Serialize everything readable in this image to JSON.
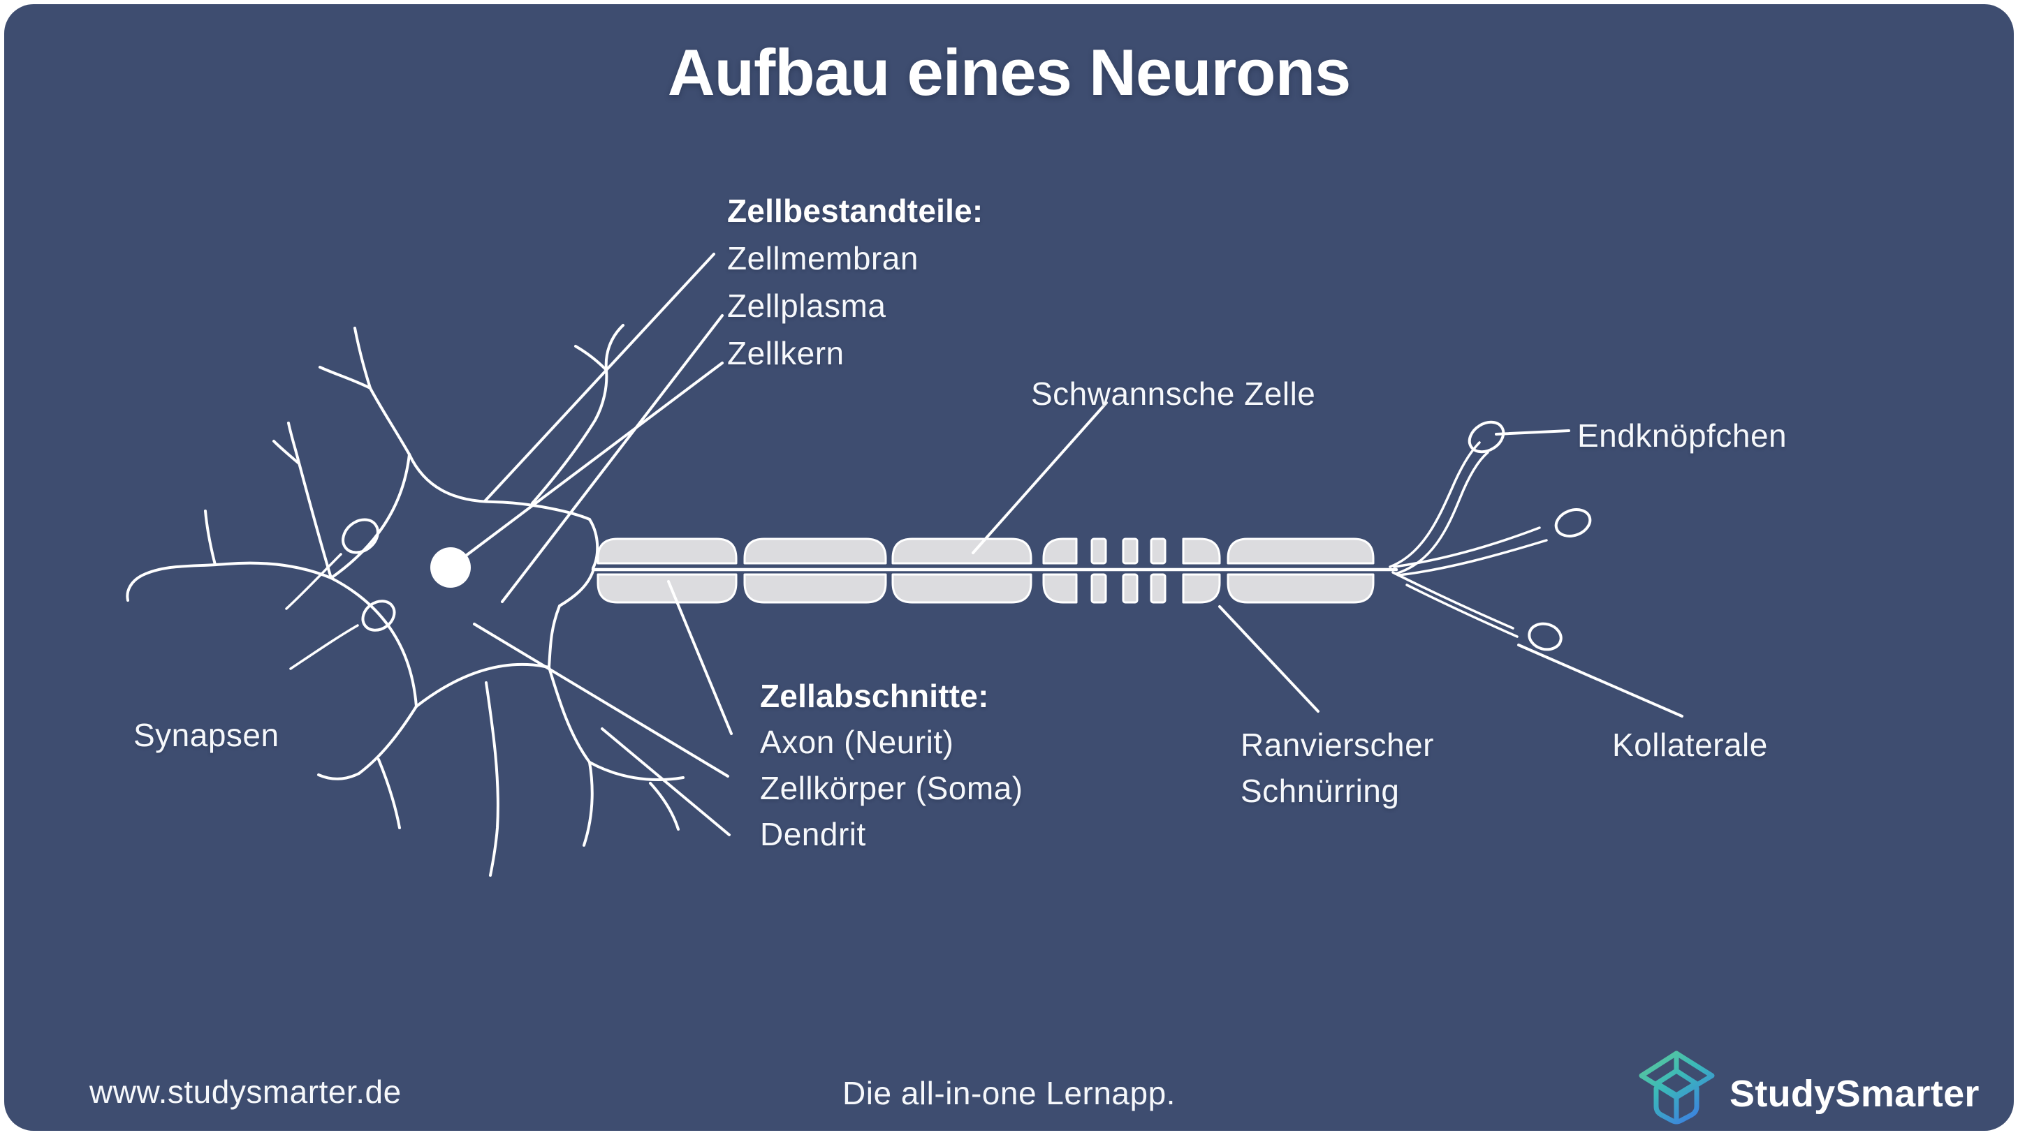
{
  "title": "Aufbau eines Neurons",
  "diagram": {
    "cell_components": {
      "heading": "Zellbestandteile:",
      "items": [
        "Zellmembran",
        "Zellplasma",
        "Zellkern"
      ]
    },
    "cell_sections": {
      "heading": "Zellabschnitte:",
      "items": [
        "Axon (Neurit)",
        "Zellkörper (Soma)",
        "Dendrit"
      ]
    },
    "schwann_cell": "Schwannsche Zelle",
    "end_button": "Endknöpfchen",
    "synapses": "Synapsen",
    "ranvier_node_line1": "Ranvierscher",
    "ranvier_node_line2": "Schnürring",
    "collateral": "Kollaterale"
  },
  "footer": {
    "website": "www.studysmarter.de",
    "tagline": "Die all-in-one Lernapp.",
    "brand": "StudySmarter"
  },
  "icons": {
    "brand_logo": "studysmarter-mortarboard-icon"
  },
  "colors": {
    "page_background": "#ffffff",
    "card_background": "#3e4d70",
    "line": "#ffffff",
    "myelin_fill": "#dcdcdf",
    "logo_gradient_start": "#5ec998",
    "logo_gradient_mid": "#3bb9b9",
    "logo_gradient_end": "#3c7ee2"
  }
}
